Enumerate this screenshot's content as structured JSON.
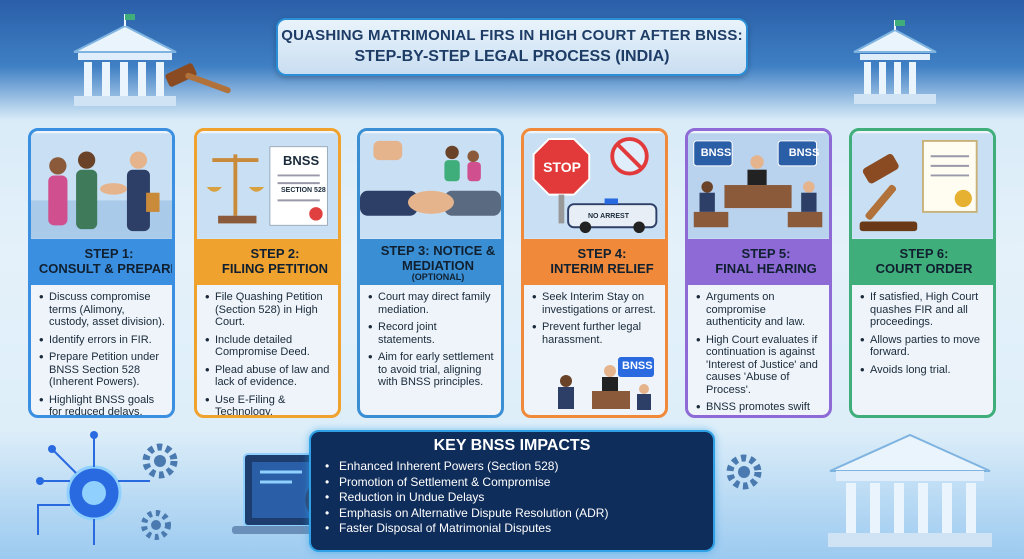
{
  "title": {
    "line1": "QUASHING MATRIMONIAL FIRS IN HIGH COURT AFTER BNSS:",
    "line2": "STEP-BY-STEP LEGAL PROCESS (INDIA)"
  },
  "colors": {
    "step1": "#3b8fe0",
    "step2": "#f0a22e",
    "step3": "#3a8fd4",
    "step4": "#f08a3a",
    "step5": "#8d6ad6",
    "step6": "#3fae7a"
  },
  "steps": [
    {
      "title": "STEP 1:",
      "subtitle": "CONSULT & PREPARE",
      "bullets": [
        "Discuss compromise terms (Alimony, custody, asset division).",
        "Identify errors in FIR.",
        "Prepare Petition under BNSS Section 528 (Inherent Powers).",
        "Highlight BNSS goals for reduced delays."
      ]
    },
    {
      "title": "STEP 2:",
      "subtitle": "FILING PETITION",
      "image_labels": [
        "BNSS",
        "SECTION 528"
      ],
      "bullets": [
        "File Quashing Petition (Section 528) in High Court.",
        "Include detailed Compromise Deed.",
        "Plead abuse of law and lack of evidence.",
        "Use E-Filing & Technology."
      ]
    },
    {
      "title": "STEP 3: NOTICE &",
      "subtitle": "MEDIATION",
      "note": "(OPTIONAL)",
      "bullets": [
        "Court may direct family mediation.",
        "Record joint statements.",
        "Aim for early settlement to avoid trial, aligning with BNSS principles."
      ]
    },
    {
      "title": "STEP 4:",
      "subtitle": "INTERIM RELIEF",
      "image_labels": [
        "STOP",
        "NO ARREST",
        "BNSS"
      ],
      "bullets": [
        "Seek Interim Stay on investigations or arrest.",
        "Prevent further legal harassment."
      ]
    },
    {
      "title": "STEP 5:",
      "subtitle": "FINAL HEARING",
      "image_labels": [
        "BNSS",
        "BNSS"
      ],
      "bullets": [
        "Arguments on compromise authenticity and law.",
        "High Court evaluates if continuation is against 'Interest of Justice' and causes 'Abuse of Process'.",
        "BNSS promotes swift justice."
      ]
    },
    {
      "title": "STEP 6:",
      "subtitle": "COURT ORDER",
      "bullets": [
        "If satisfied, High Court quashes FIR and all proceedings.",
        "Allows parties to move forward.",
        "Avoids long trial."
      ]
    }
  ],
  "impacts": {
    "title": "KEY BNSS IMPACTS",
    "items": [
      "Enhanced Inherent Powers (Section 528)",
      "Promotion of Settlement & Compromise",
      "Reduction in Undue Delays",
      "Emphasis on Alternative Dispute Resolution (ADR)",
      "Faster Disposal of Matrimonial Disputes"
    ]
  }
}
